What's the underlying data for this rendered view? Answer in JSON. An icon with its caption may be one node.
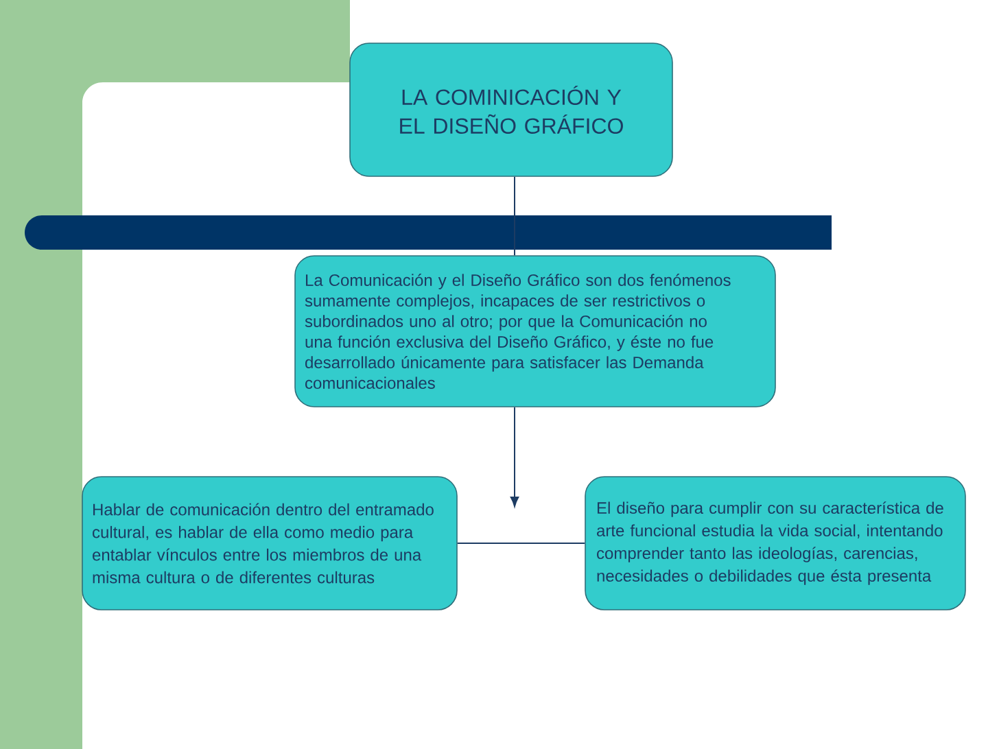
{
  "diagram": {
    "nodes": [
      {
        "text": [
          "LA COMINICACIÓN Y EL DISEÑO GRÁFICO"
        ]
      },
      {
        "text": [
          "La Comunicación y el Diseño Gráfico son dos fenómenos sumamente complejos, incapaces de ser restrictivos o subordinados uno al otro; por que la Comunicación no una función exclusiva del Diseño Gráfico, y éste no fue desarrollado únicamente para satisfacer las Demanda comunicacionales"
        ]
      },
      {
        "text": [
          "Hablar de comunicación dentro del entramado cultural, es hablar de ella como medio para entablar vínculos entre los miembros de una misma cultura o de diferentes culturas"
        ]
      },
      {
        "text": [
          "El diseño para cumplir con su característica de arte funcional estudia la vida social, intentando comprender tanto las ideologías, carencias, necesidades o debilidades que ésta presenta"
        ]
      }
    ],
    "edges": [
      {
        "from": 0,
        "to": 1,
        "arrow": "none"
      },
      {
        "from": 1,
        "to": null,
        "arrow": "to"
      },
      {
        "from": 2,
        "to": 3,
        "arrow": "none"
      }
    ]
  }
}
